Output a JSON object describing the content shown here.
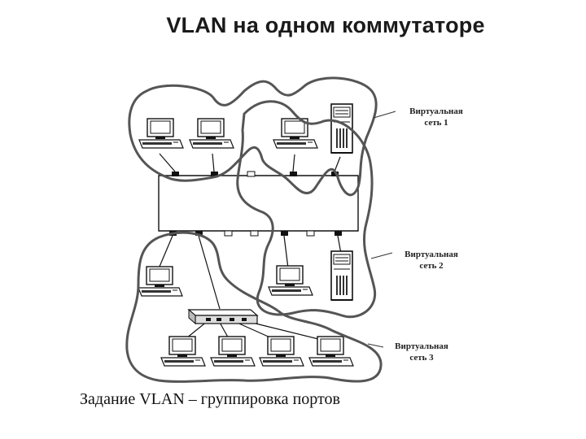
{
  "title": "VLAN на одном коммутаторе",
  "caption": "Задание VLAN – группировка портов",
  "vlans": [
    {
      "line1": "Виртуальная",
      "line2": "сеть 1"
    },
    {
      "line1": "Виртуальная",
      "line2": "сеть 2"
    },
    {
      "line1": "Виртуальная",
      "line2": "сеть 3"
    }
  ],
  "nodes": {
    "switch": "central-switch-icon",
    "hub": "hub-icon",
    "workstation": "computer-icon",
    "server": "server-tower-icon"
  }
}
